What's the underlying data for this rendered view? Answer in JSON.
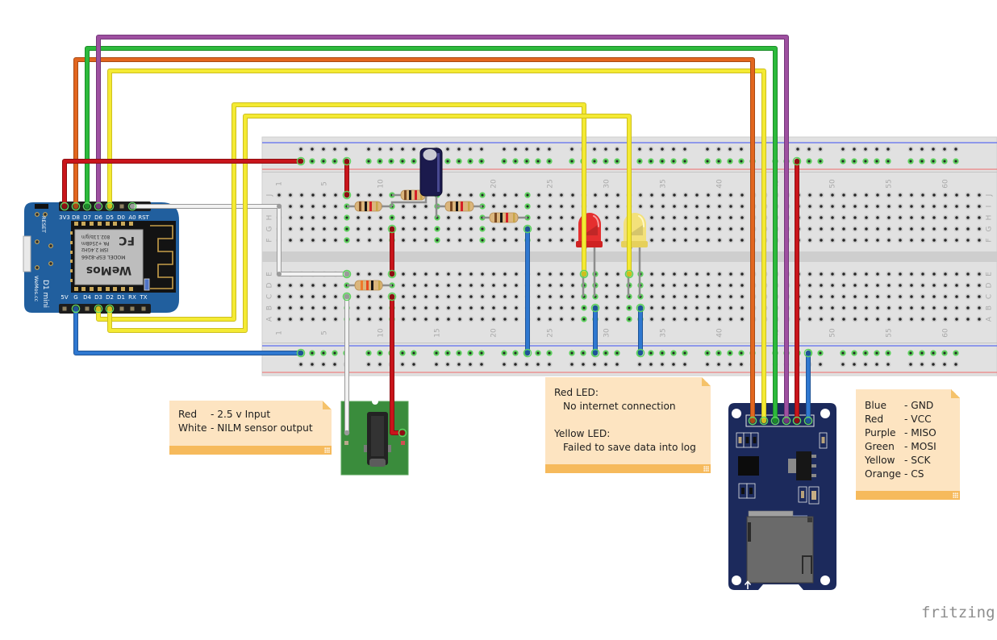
{
  "app": {
    "logo_text": "fritzing"
  },
  "breadboard": {
    "column_count": 63,
    "column_labels": [
      "1",
      "5",
      "10",
      "15",
      "20",
      "25",
      "30",
      "35",
      "40",
      "45",
      "50",
      "55",
      "60"
    ],
    "row_labels_top_half": [
      "J",
      "I",
      "H",
      "G",
      "F"
    ],
    "row_labels_bottom_half": [
      "E",
      "D",
      "C",
      "B",
      "A"
    ],
    "rail_groups": 10,
    "rail_holes_per_group": 5,
    "connected_columns_top_half": [
      7,
      11,
      15,
      19,
      23
    ],
    "connected_columns_bottom_half": [
      7,
      11,
      28,
      29,
      32,
      33
    ],
    "top_rail_connected_row": "positive",
    "bottom_rail_connected_row": "negative",
    "colors": {
      "body": "#e1e1e1",
      "channel": "#cecece",
      "hole": "#262626",
      "hole_ring": "#cbcbcb",
      "hole_connected_ring": "#5fd15f",
      "label": "#a9a9a9",
      "rail_negative": "#3b4ef2",
      "rail_positive": "#ef6a6a",
      "separator": "#c4c4c4"
    }
  },
  "wemos": {
    "top_pins": [
      "3V3",
      "D8",
      "D7",
      "D6",
      "D5",
      "D0",
      "A0",
      "RST"
    ],
    "bottom_pins": [
      "5V",
      "G",
      "D4",
      "D3",
      "D2",
      "D1",
      "RX",
      "TX"
    ],
    "reset_label": "RESET",
    "board_label": "D1 mini",
    "brand_site": "WeMos.cc",
    "module_lines": [
      "MODEL  ESP-8266",
      "ISM 2.4GHz",
      "PA +25dBm",
      "802.11b/g/n"
    ],
    "module_fc": "FC",
    "module_brand": "WeMos",
    "colors": {
      "pcb": "#215f9e",
      "module": "#131313",
      "shield": "#bdbdbd",
      "pad": "#c9a85a",
      "header": "#1c1c1c"
    }
  },
  "components": {
    "resistors": [
      {
        "bands": [
          "#7b4a22",
          "#161616",
          "#d42027",
          "#c8a548"
        ]
      },
      {
        "bands": [
          "#7b4a22",
          "#161616",
          "#d42027",
          "#c8a548"
        ]
      },
      {
        "bands": [
          "#7b4a22",
          "#161616",
          "#d42027",
          "#c8a548"
        ]
      },
      {
        "bands": [
          "#7b4a22",
          "#161616",
          "#d42027",
          "#c8a548"
        ]
      },
      {
        "bands": [
          "#ee7a2a",
          "#e84a1e",
          "#161616",
          "#c8a548"
        ]
      }
    ],
    "capacitor": {
      "body": "#1b1a4d",
      "top": "#c9cad2"
    },
    "leds": [
      {
        "color_name": "red",
        "body": "#e52f2f",
        "flange": "#cf2222",
        "highlight": "#f7a0a0"
      },
      {
        "color_name": "yellow",
        "body": "#f3e17a",
        "flange": "#e6d05c",
        "highlight": "#fff7c4"
      }
    ],
    "audio_jack": {
      "pcb": "#3a8c3c",
      "body": "#232323"
    },
    "sd_module": {
      "pcb": "#1c2a5c",
      "slot": "#6a6a6a",
      "chip": "#0c0c0c"
    }
  },
  "wires": [
    {
      "color_name": "white",
      "color": "#f2f2f2",
      "edge": "#9a9a9a"
    },
    {
      "color_name": "yellow",
      "color": "#f4ea33",
      "edge": "#cdbf1e"
    },
    {
      "color_name": "orange",
      "color": "#e2661f",
      "edge": "#a84a14"
    },
    {
      "color_name": "green",
      "color": "#2dba3c",
      "edge": "#1b8c28"
    },
    {
      "color_name": "purple",
      "color": "#9e50a0",
      "edge": "#74367a"
    },
    {
      "color_name": "yellow",
      "color": "#f4ea33",
      "edge": "#cdbf1e"
    },
    {
      "color_name": "yellow",
      "color": "#f4ea33",
      "edge": "#cdbf1e"
    },
    {
      "color_name": "red",
      "color": "#c9151b",
      "edge": "#8e0e12"
    },
    {
      "color_name": "blue",
      "color": "#2f78d0",
      "edge": "#1f5496"
    },
    {
      "color_name": "red",
      "color": "#c9151b",
      "edge": "#8e0e12"
    },
    {
      "color_name": "red",
      "color": "#c9151b",
      "edge": "#8e0e12"
    },
    {
      "color_name": "blue",
      "color": "#2f78d0",
      "edge": "#1f5496"
    },
    {
      "color_name": "blue",
      "color": "#2f78d0",
      "edge": "#1f5496"
    },
    {
      "color_name": "blue",
      "color": "#2f78d0",
      "edge": "#1f5496"
    },
    {
      "color_name": "red",
      "color": "#c9151b",
      "edge": "#8e0e12"
    },
    {
      "color_name": "blue",
      "color": "#2f78d0",
      "edge": "#1f5496"
    },
    {
      "color_name": "white",
      "color": "#f2f2f2",
      "edge": "#9a9a9a"
    },
    {
      "color_name": "red",
      "color": "#c9151b",
      "edge": "#8e0e12"
    }
  ],
  "notes": {
    "colors": {
      "paper": "#fde4c1",
      "bar": "#f6ba5c",
      "fold": "#f5c26a",
      "text": "#1e1e1e"
    },
    "jack": {
      "lines": [
        {
          "label": "Red",
          "value": "- 2.5 v Input"
        },
        {
          "label": "White",
          "value": "- NILM sensor output"
        }
      ]
    },
    "leds": {
      "items": [
        {
          "title": "Red LED:",
          "desc": "No internet connection"
        },
        {
          "title": "Yellow LED:",
          "desc": "Failed to save data into log"
        }
      ]
    },
    "sd_wiring": {
      "lines": [
        {
          "label": "Blue",
          "value": "- GND"
        },
        {
          "label": "Red",
          "value": "- VCC"
        },
        {
          "label": "Purple",
          "value": "- MISO"
        },
        {
          "label": "Green",
          "value": "- MOSI"
        },
        {
          "label": "Yellow",
          "value": "- SCK"
        },
        {
          "label": "Orange",
          "value": "- CS"
        }
      ]
    }
  }
}
